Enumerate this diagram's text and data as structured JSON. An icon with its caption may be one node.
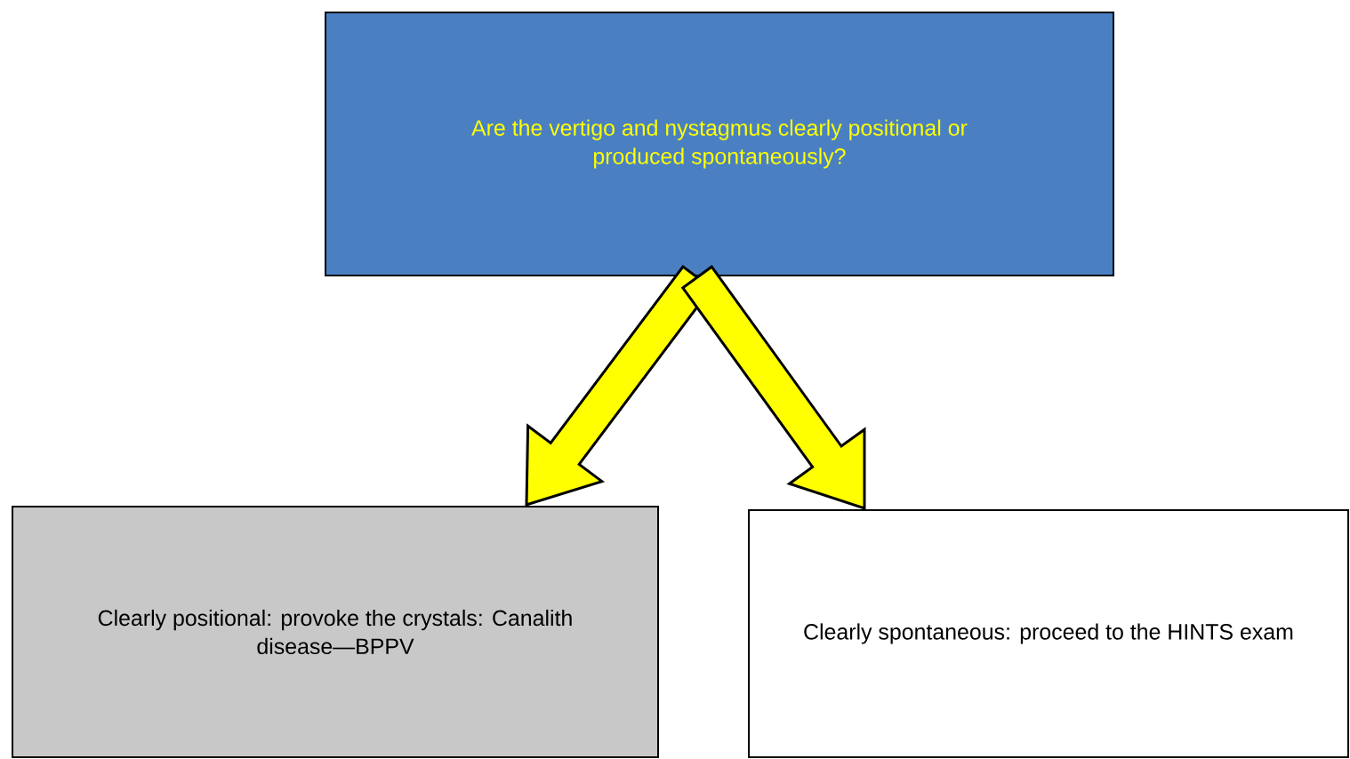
{
  "diagram": {
    "nodes": [
      {
        "text": [
          "Are the vertigo and nystagmus clearly positional or produced spontaneously?"
        ]
      },
      {
        "text": [
          "Clearly positional:  provoke the crystals: Canalith disease—BPPV"
        ]
      },
      {
        "text": [
          "Clearly spontaneous: proceed to the HINTS exam"
        ]
      }
    ],
    "edges": [
      {
        "from": 0,
        "to": 1,
        "arrow": "to"
      },
      {
        "from": 0,
        "to": 2,
        "arrow": "to"
      }
    ]
  }
}
